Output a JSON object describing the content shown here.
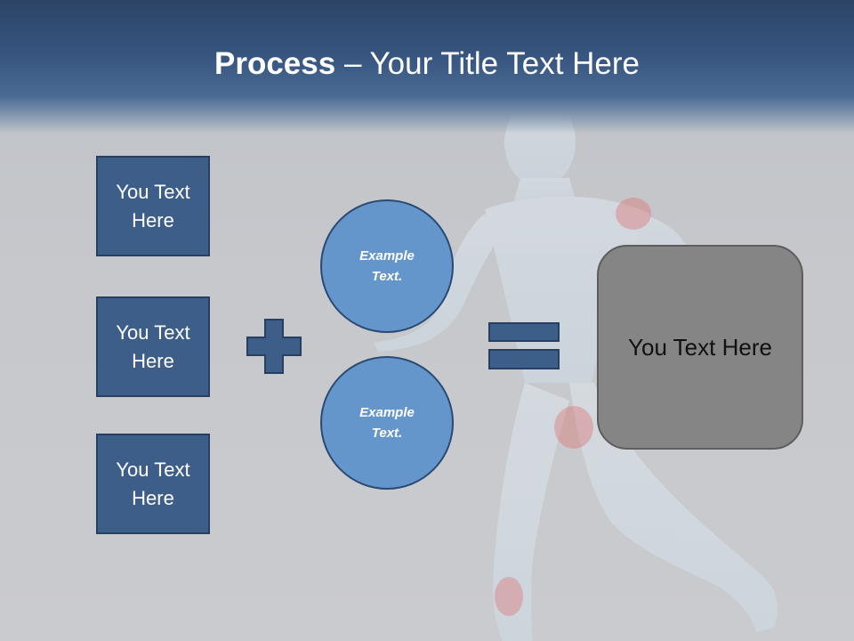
{
  "slide": {
    "title_bold": "Process",
    "title_rest": " – Your Title Text Here"
  },
  "left_boxes": [
    {
      "line1": "You Text",
      "line2": "Here"
    },
    {
      "line1": "You Text",
      "line2": "Here"
    },
    {
      "line1": "You Text",
      "line2": "Here"
    }
  ],
  "circles": [
    {
      "line1": "Example",
      "line2": "Text."
    },
    {
      "line1": "Example",
      "line2": "Text."
    }
  ],
  "result_box": {
    "text": "You Text Here"
  },
  "colors": {
    "header_dark": "#2c4466",
    "box_fill": "#3e5e8a",
    "circle_fill": "#6596cb",
    "result_fill": "#858585",
    "background": "#c9cacd"
  },
  "icons": {
    "plus": "plus-icon",
    "equals": "equals-icon",
    "background_figure": "running-anatomy-figure"
  }
}
